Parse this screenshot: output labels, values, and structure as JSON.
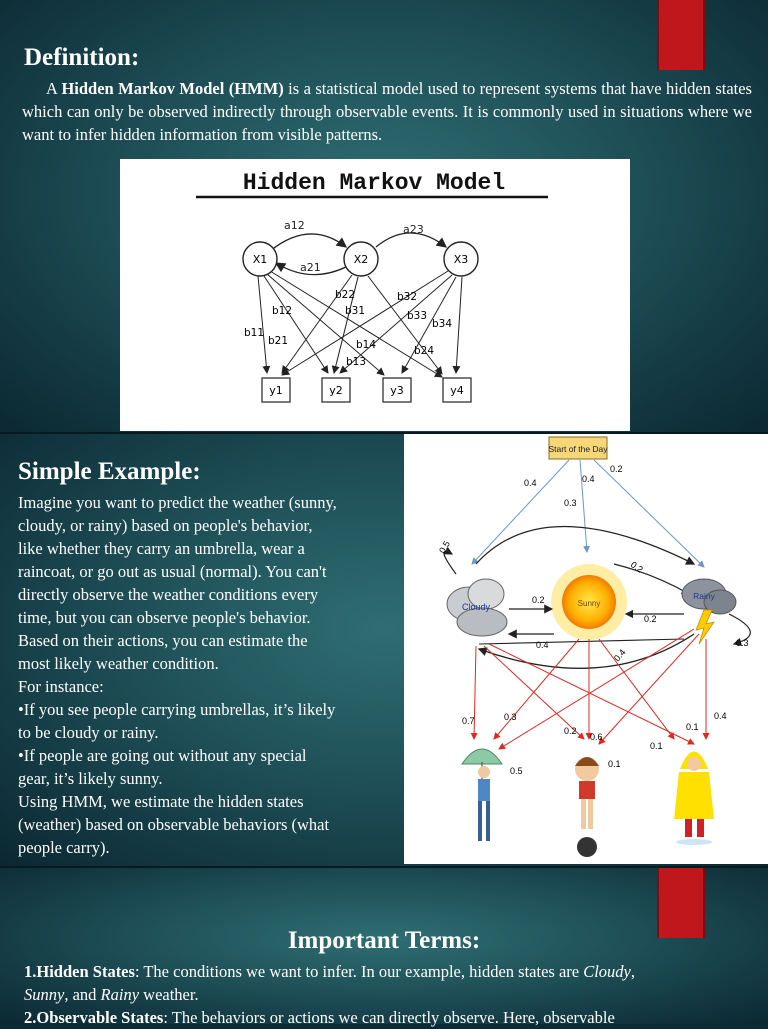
{
  "slide1": {
    "title": "Definition:",
    "body_prefix": "A ",
    "body_term": "Hidden Markov Model (HMM)",
    "body_rest": " is a statistical model used to represent systems that have hidden states which can only be observed indirectly through observable events. It is commonly used in situations where we want to infer hidden information from visible patterns.",
    "figure": {
      "title": "Hidden Markov Model",
      "states": [
        "X1",
        "X2",
        "X3"
      ],
      "observations": [
        "y1",
        "y2",
        "y3",
        "y4"
      ],
      "transition_labels": [
        "a12",
        "a21",
        "a23"
      ],
      "emission_labels": [
        "b11",
        "b12",
        "b13",
        "b14",
        "b21",
        "b22",
        "b24",
        "b31",
        "b32",
        "b33",
        "b34"
      ]
    }
  },
  "slide2": {
    "title": "Simple Example:",
    "lines": [
      "Imagine you want to predict the weather (sunny,",
      "cloudy, or rainy) based on people's behavior,",
      "like whether they carry an umbrella, wear a",
      "raincoat, or go out as usual (normal). You can't",
      "directly observe the weather conditions every",
      "time, but you can observe people's behavior.",
      "Based on their actions, you can estimate the",
      "most likely weather condition.",
      "For instance:",
      "•If you see people carrying umbrellas, it’s likely",
      "to be cloudy or rainy.",
      "•If people are going out without any special",
      "gear, it’s likely sunny.",
      "Using HMM, we estimate the hidden states",
      "(weather) based on observable behaviors (what",
      "people carry)."
    ],
    "figure": {
      "start_label": "Start of the Day",
      "states": [
        "Cloudy",
        "Sunny",
        "Rainy"
      ],
      "start_probs": [
        "0.4",
        "0.4",
        "0.2"
      ],
      "labels_misc": [
        "0.3",
        "0.5",
        "0.2",
        "0.2",
        "0.4",
        "0.2",
        "0.3",
        "0.4",
        "0.4"
      ],
      "emission_labels": [
        "0.7",
        "0.3",
        "0.5",
        "0.2",
        "0.6",
        "0.1",
        "0.1",
        "0.1",
        "0.4"
      ]
    }
  },
  "slide3": {
    "title": "Important Terms:",
    "item1_label": "1.Hidden States",
    "item1_text_a": ": The conditions we want to infer. In our example, hidden states are ",
    "item1_cloudy": "Cloudy",
    "item1_comma": ",",
    "item1_sunny": "Sunny",
    "item1_and": ", and ",
    "item1_rainy": "Rainy",
    "item1_end": " weather.",
    "item2_label": "2.Observable States",
    "item2_text": ": The behaviors or actions we can directly observe. Here, observable"
  },
  "colors": {
    "ribbon": "#c0171d",
    "slide_bg": "#1f5058",
    "arrow_red": "#e0281e",
    "arrow_blue": "#7aa3c8"
  }
}
